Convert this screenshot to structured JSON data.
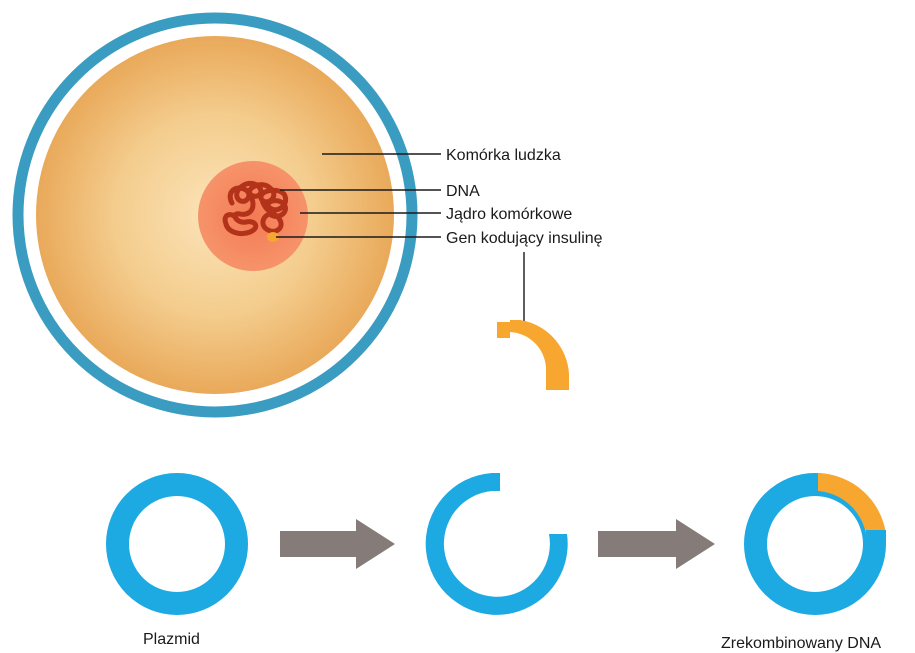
{
  "labels": {
    "human_cell": "Komórka ludzka",
    "dna": "DNA",
    "nucleus": "Jądro komórkowe",
    "insulin_gene": "Gen kodujący insulinę",
    "plasmid": "Plazmid",
    "recombinant_dna": "Zrekombinowany DNA"
  },
  "colors": {
    "cell_membrane": "#3a9cc0",
    "cytoplasm": "#f2c07a",
    "nucleus": "#f58a64",
    "dna": "#b2321a",
    "insulin_gene": "#f7a72f",
    "plasmid": "#1da9e1",
    "arrow": "#857b79",
    "leader_line": "#1a1a1a"
  }
}
